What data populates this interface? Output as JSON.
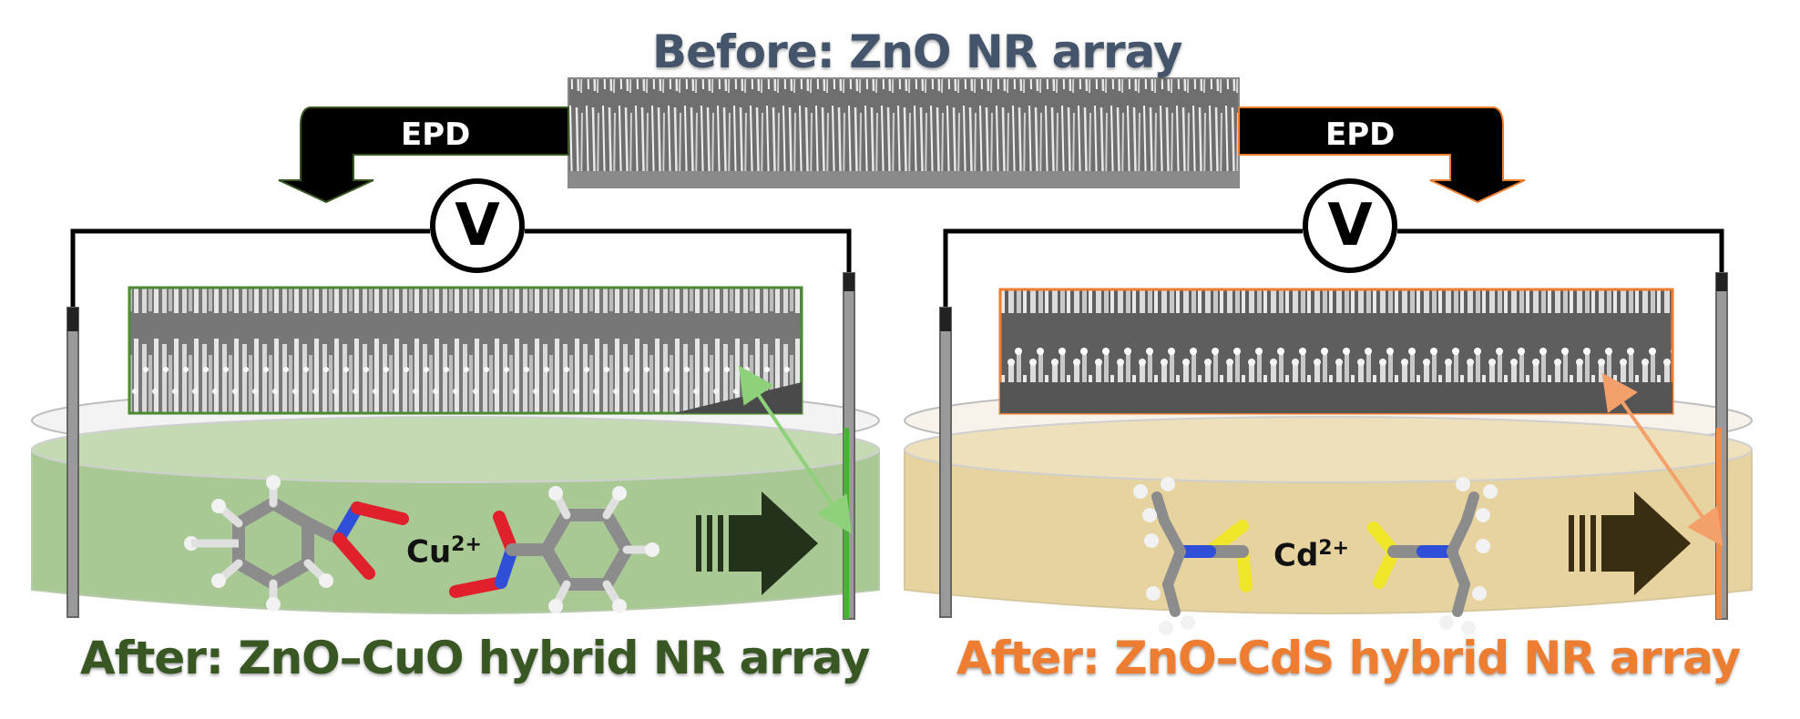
{
  "titles": {
    "before": "Before: ZnO NR array",
    "after_cuo": "After: ZnO–CuO hybrid NR array",
    "after_cds": "After: ZnO–CdS hybrid NR array"
  },
  "labels": {
    "epd_left": "EPD",
    "epd_right": "EPD",
    "voltmeter_left": "V",
    "voltmeter_right": "V"
  },
  "ions": {
    "cu": {
      "symbol": "Cu",
      "charge": "2+"
    },
    "cd": {
      "symbol": "Cd",
      "charge": "2+"
    }
  },
  "colors": {
    "before_title": "#44546a",
    "cuo_theme": "#385723",
    "cds_theme": "#ed7d31",
    "left_solution": "#a9c994",
    "right_solution": "#e6d3a0",
    "carbon": "#8c8c8c",
    "hydrogen": "#f2f2f2",
    "nitrogen": "#2f4fd8",
    "oxygen": "#e0202a",
    "sulfur": "#f0e62a"
  },
  "icons": [
    "voltmeter-icon",
    "epd-arrow-icon",
    "deposition-arrow-icon",
    "sem-image",
    "molecule-icon"
  ]
}
